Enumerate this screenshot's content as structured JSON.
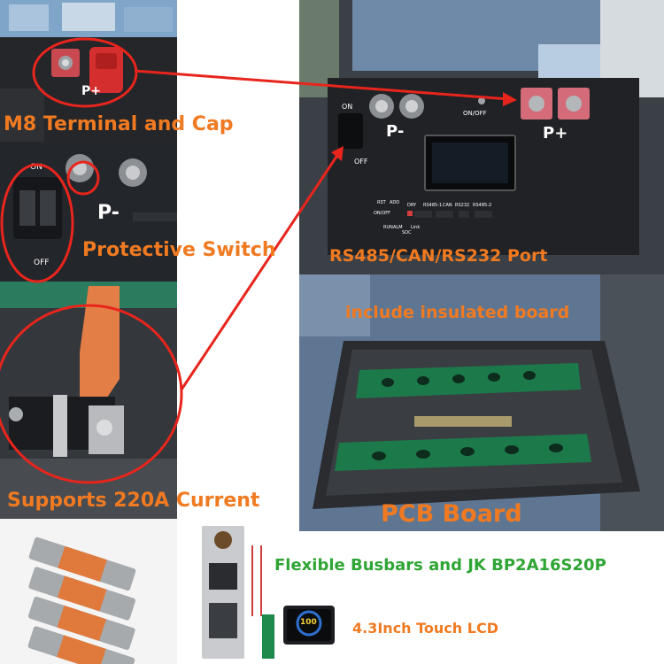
{
  "panels": {
    "terminal": {
      "label": "M8 Terminal and Cap",
      "p_plus": "P+"
    },
    "switch": {
      "label": "Protective Switch",
      "on": "ON",
      "off": "OFF",
      "p_minus": "P-"
    },
    "busbar": {
      "label": "Supports 220A Current"
    },
    "front_panel": {
      "label": "RS485/CAN/RS232 Port",
      "on": "ON",
      "off": "OFF",
      "on_off": "ON/OFF",
      "p_minus": "P-",
      "p_plus": "P+",
      "port_labels": [
        "RST",
        "ADD",
        "DRY",
        "RS485-1",
        "CAN",
        "RS232",
        "RS485-2"
      ],
      "led_labels": [
        "ON/OFF",
        "RUN",
        "ALM",
        "SOC",
        "Link"
      ]
    },
    "pcb": {
      "top_label": "include insulated board",
      "bottom_label": "PCB Board"
    },
    "accessories": {
      "label": "Flexible Busbars and JK BP2A16S20P",
      "lcd_label": "4.3Inch Touch LCD",
      "lcd_reading": "100"
    }
  },
  "colors": {
    "orange_label": "#f07a21",
    "green_label": "#2ea534",
    "red_annotation": "#e8251c",
    "panel_black": "#202226"
  }
}
